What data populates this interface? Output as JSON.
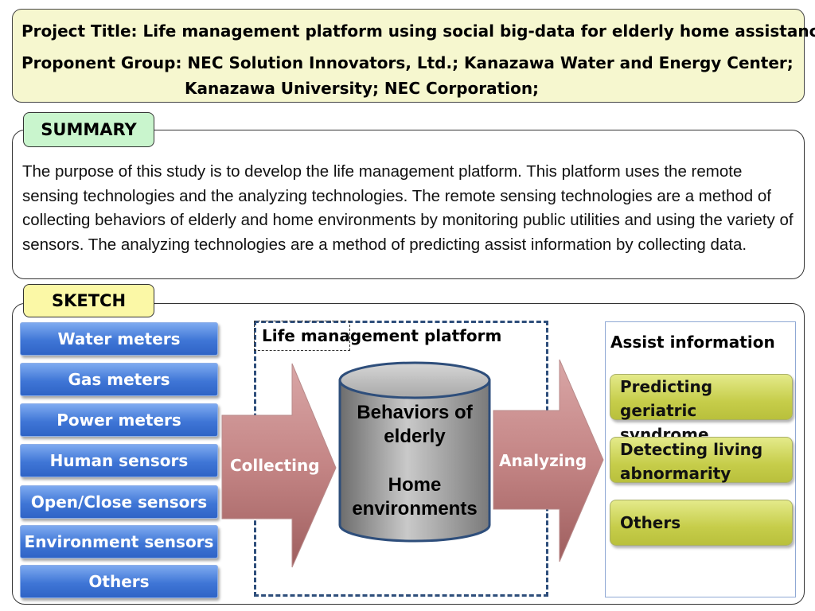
{
  "header": {
    "title_line": "Project Title: Life management platform using social big-data for elderly home assistance",
    "proponent_line1": "Proponent Group: NEC Solution Innovators, Ltd.; Kanazawa Water and Energy Center;",
    "proponent_line2": "Kanazawa University; NEC Corporation;"
  },
  "summary": {
    "tab_label": "SUMMARY",
    "text": "The purpose of this study is to develop the life management platform. This platform uses the remote sensing technologies and the analyzing technologies. The remote sensing technologies are a method of collecting behaviors of elderly and home environments by monitoring public utilities and using the variety of sensors.  The analyzing technologies are a method of predicting assist information by collecting data."
  },
  "sketch": {
    "tab_label": "SKETCH",
    "sensors": [
      "Water meters",
      "Gas meters",
      "Power meters",
      "Human sensors",
      "Open/Close sensors",
      "Environment sensors",
      "Others"
    ],
    "platform_label": "Life management platform",
    "collecting_label": "Collecting",
    "analyzing_label": "Analyzing",
    "database": {
      "line1": "Behaviors of",
      "line2": "elderly",
      "line3": "Home",
      "line4": "environments"
    },
    "assist": {
      "title": "Assist information",
      "items": [
        "Predicting geriatric syndrome",
        "Detecting living abnormarity",
        "Others"
      ]
    }
  },
  "colors": {
    "title_bg": "#f6f7cf",
    "summary_tab_bg": "#c9f5cd",
    "sketch_tab_bg": "#fbf8a6",
    "sensor_blue": "#3f76d6",
    "arrow_pink": "#c58a8a",
    "assist_yellow": "#c6cd4a"
  }
}
